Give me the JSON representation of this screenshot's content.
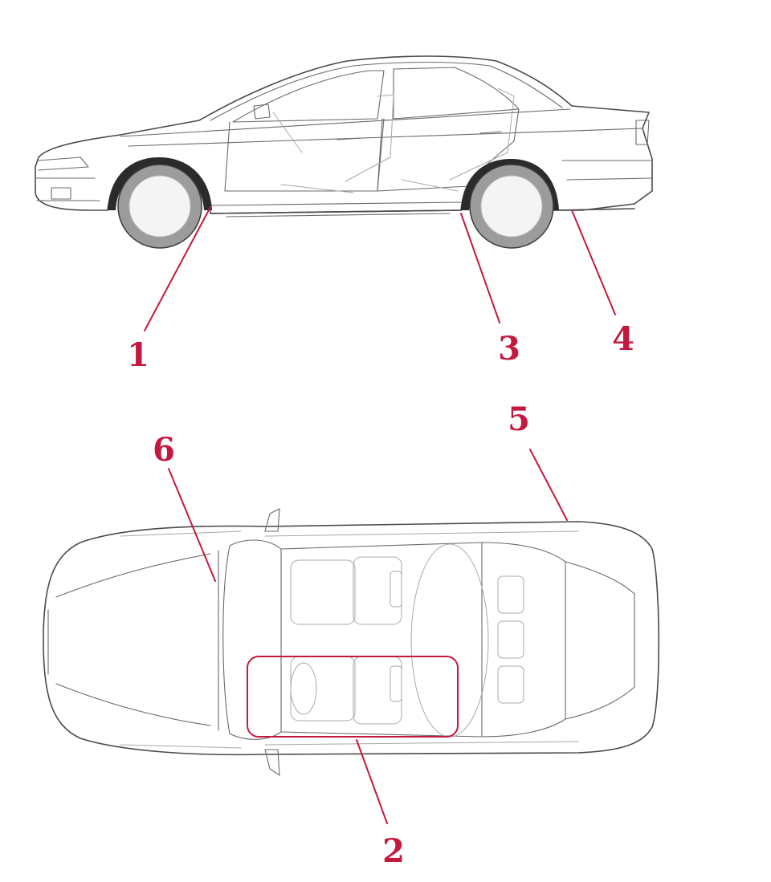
{
  "colors": {
    "accent": "#c4193f",
    "line": "#4a4a4a"
  },
  "callouts": {
    "c1": "1",
    "c2": "2",
    "c3": "3",
    "c4": "4",
    "c5": "5",
    "c6": "6"
  }
}
